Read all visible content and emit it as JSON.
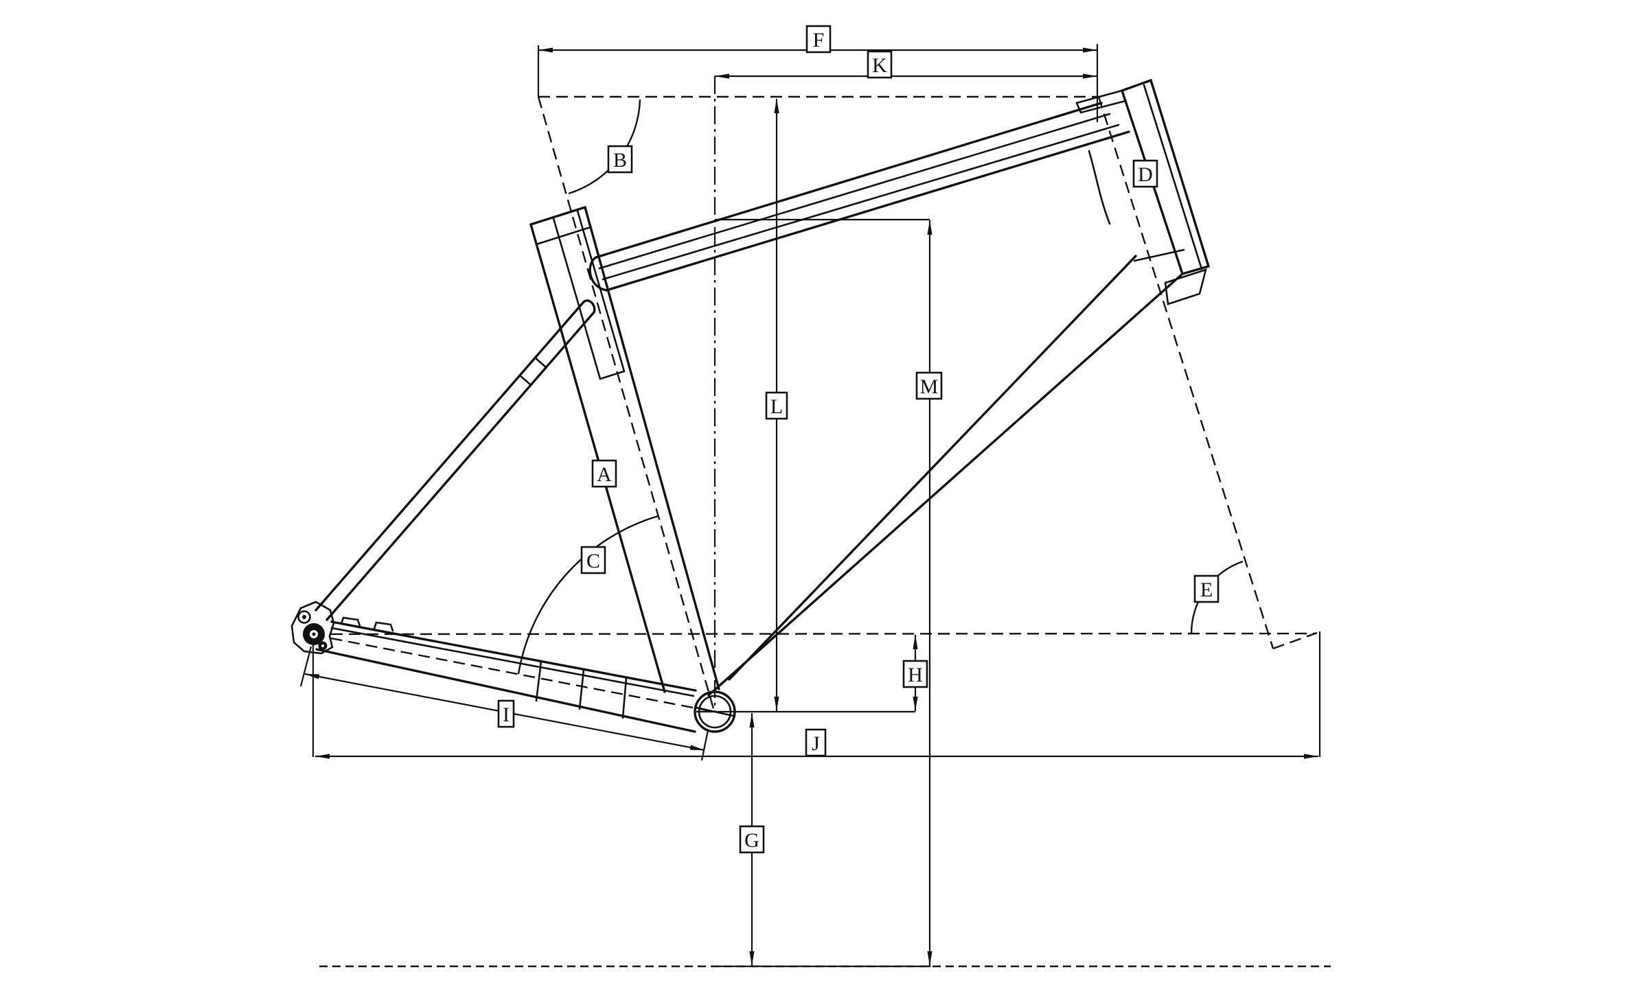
{
  "diagram": {
    "type": "bicycle-frame-geometry-drawing",
    "background_color": "#ffffff",
    "line_color": "#111111",
    "labels": {
      "A": "A",
      "B": "B",
      "C": "C",
      "D": "D",
      "E": "E",
      "F": "F",
      "G": "G",
      "H": "H",
      "I": "I",
      "J": "J",
      "K": "K",
      "L": "L",
      "M": "M"
    }
  }
}
